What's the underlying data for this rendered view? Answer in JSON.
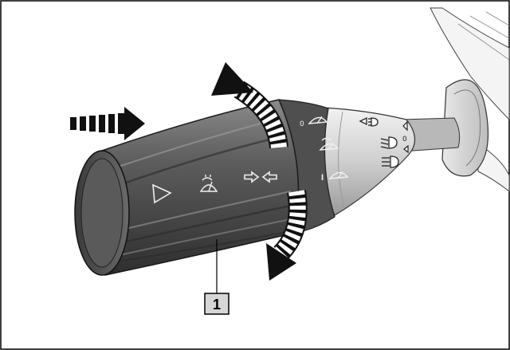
{
  "figure": {
    "callout": {
      "number": "1"
    },
    "ring_marks": {
      "off": "0",
      "intermittent": "I"
    },
    "column_marks": {
      "off": "0"
    }
  },
  "icons": {
    "arrow_play": "play-triangle-icon",
    "wash_wipe": "windscreen-washer-icon",
    "indicators": "turn-signal-arrows-icon",
    "wiper_off": "wiper-icon",
    "wiper_interval": "wiper-interval-icon",
    "wiper_interval_2": "wiper-low-icon",
    "low_beam": "low-beam-icon",
    "high_beam": "high-beam-icon",
    "parking_light": "parking-light-icon"
  },
  "colors": {
    "stalk_dark": "#4a4a4a",
    "stalk_mid": "#6b6b6b",
    "collar": "#c9c9c9",
    "arrow_black": "#111111",
    "frame_border": "#000000"
  }
}
